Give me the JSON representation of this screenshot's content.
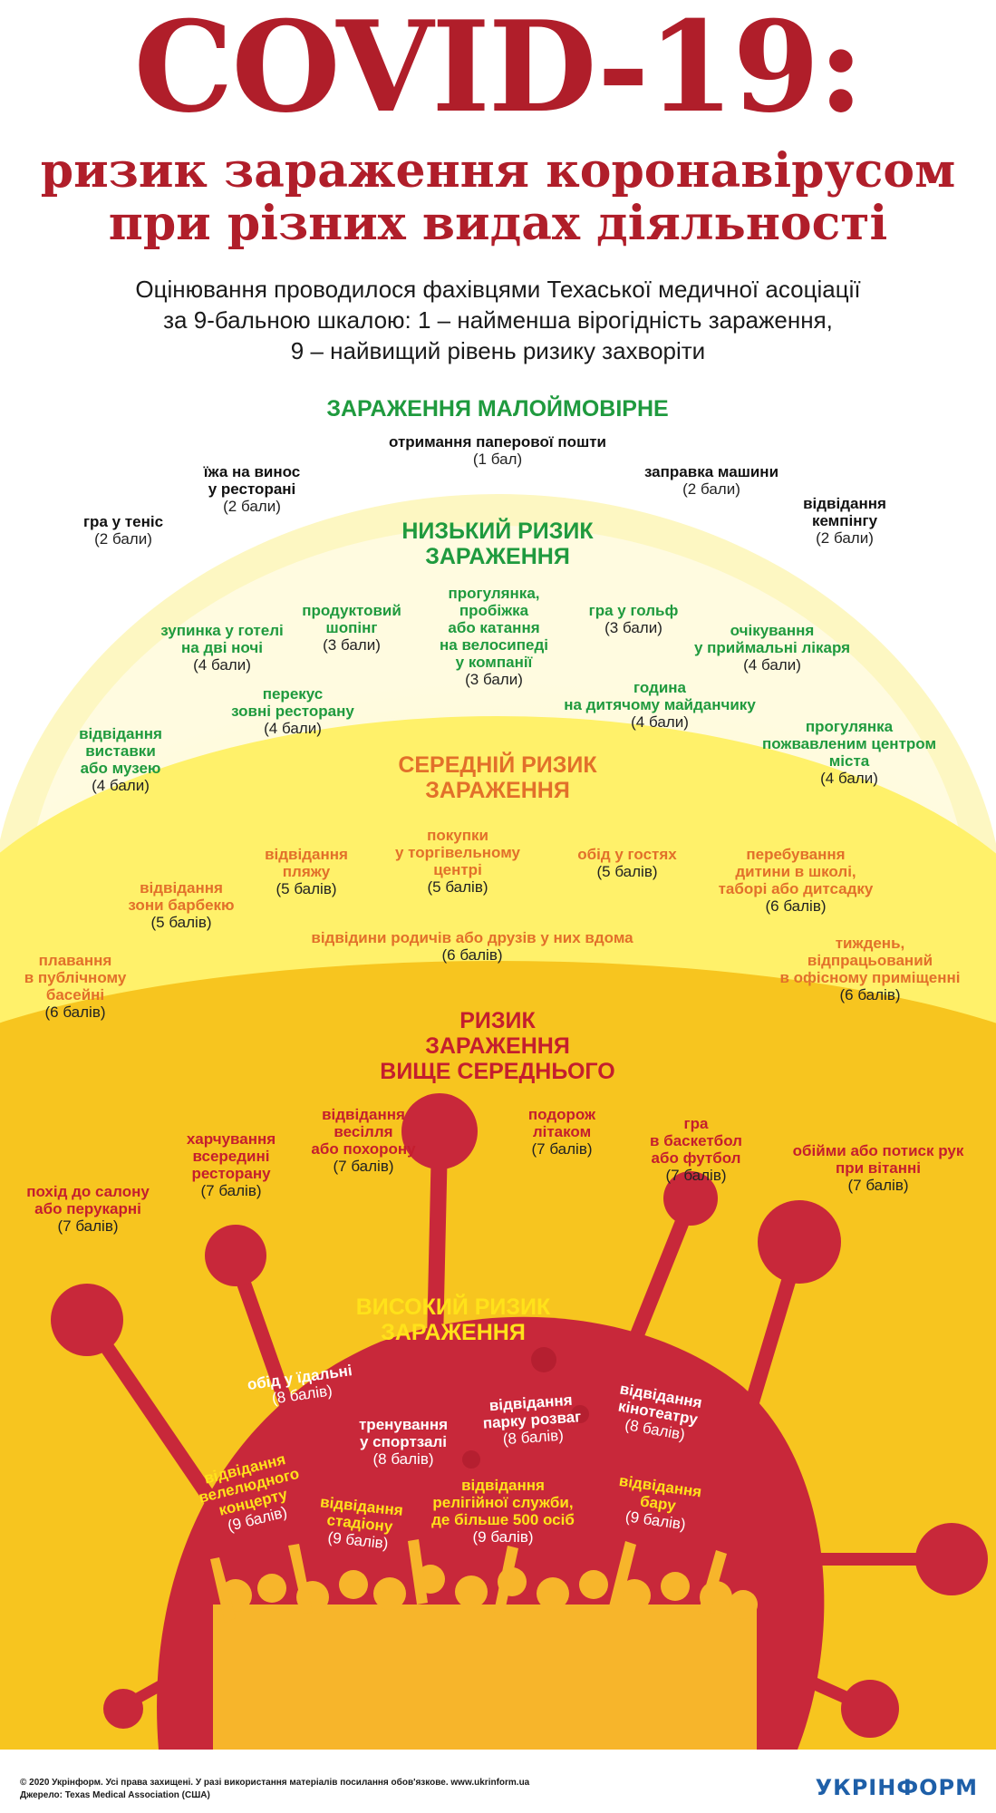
{
  "title": "COVID-19:",
  "subtitle_line1": "ризик зараження коронавірусом",
  "subtitle_line2": "при різних видах діяльності",
  "description": [
    "Оцінювання проводилося фахівцями Техаської медичної асоціації",
    "за 9-бальною шкалою: 1 – найменша вірогідність зараження,",
    "9 – найвищий рівень ризику захворіти"
  ],
  "colors": {
    "title_red": "#b01e2a",
    "green": "#1f9a3e",
    "orange": "#e2702a",
    "red": "#c41e2e",
    "virus": "#c8283a",
    "yellow_high": "#ffe21a",
    "brand_blue": "#1e5fa8"
  },
  "levels": {
    "unlikely": {
      "header": "ЗАРАЖЕННЯ МАЛОЙМОВІРНЕ",
      "items": [
        {
          "name": "отримання паперової пошти",
          "score": "(1 бал)"
        },
        {
          "name": "їжа на винос\nу ресторані",
          "score": "(2 бали)"
        },
        {
          "name": "заправка машини",
          "score": "(2 бали)"
        },
        {
          "name": "гра у теніс",
          "score": "(2 бали)"
        },
        {
          "name": "відвідання\nкемпінгу",
          "score": "(2 бали)"
        }
      ]
    },
    "low": {
      "header": "НИЗЬКИЙ РИЗИК\nЗАРАЖЕННЯ",
      "items": [
        {
          "name": "прогулянка,\nпробіжка\nабо катання\nна велосипеді\nу компанії",
          "score": "(3 бали)"
        },
        {
          "name": "продуктовий\nшопінг",
          "score": "(3 бали)"
        },
        {
          "name": "гра у гольф",
          "score": "(3 бали)"
        },
        {
          "name": "зупинка у готелі\nна дві ночі",
          "score": "(4 бали)"
        },
        {
          "name": "очікування\nу приймальні лікаря",
          "score": "(4 бали)"
        },
        {
          "name": "перекус\nзовні ресторану",
          "score": "(4 бали)"
        },
        {
          "name": "година\nна дитячому майданчику",
          "score": "(4 бали)"
        },
        {
          "name": "відвідання\nвиставки\nабо музею",
          "score": "(4 бали)"
        },
        {
          "name": "прогулянка\nпожвавленим центром\nміста",
          "score": "(4 бали)"
        }
      ]
    },
    "medium": {
      "header": "СЕРЕДНІЙ РИЗИК\nЗАРАЖЕННЯ",
      "items": [
        {
          "name": "покупки\nу торгівельному\nцентрі",
          "score": "(5 балів)"
        },
        {
          "name": "відвідання\nпляжу",
          "score": "(5 балів)"
        },
        {
          "name": "обід у гостях",
          "score": "(5 балів)"
        },
        {
          "name": "відвідання\nзони барбекю",
          "score": "(5 балів)"
        },
        {
          "name": "перебування\nдитини в школі,\nтаборі або дитсадку",
          "score": "(6 балів)"
        },
        {
          "name": "відвідини родичів або друзів у них вдома",
          "score": "(6 балів)"
        },
        {
          "name": "плавання\nв публічному\nбасейні",
          "score": "(6 балів)"
        },
        {
          "name": "тиждень,\nвідпрацьований\nв офісному приміщенні",
          "score": "(6 балів)"
        }
      ]
    },
    "above_medium": {
      "header": "РИЗИК\nЗАРАЖЕННЯ\nВИЩЕ СЕРЕДНЬОГО",
      "items": [
        {
          "name": "відвідання\nвесілля\nабо похорону",
          "score": "(7 балів)"
        },
        {
          "name": "подорож\nлітаком",
          "score": "(7 балів)"
        },
        {
          "name": "харчування\nвсередині\nресторану",
          "score": "(7 балів)"
        },
        {
          "name": "гра\nв баскетбол\nабо футбол",
          "score": "(7 балів)"
        },
        {
          "name": "обійми або потиск рук\nпри вітанні",
          "score": "(7 балів)"
        },
        {
          "name": "похід до салону\nабо перукарні",
          "score": "(7 балів)"
        }
      ]
    },
    "high": {
      "header": "ВИСОКИЙ РИЗИК\nЗАРАЖЕННЯ",
      "items": [
        {
          "name": "обід у їдальні",
          "score": "(8 балів)"
        },
        {
          "name": "відвідання\nпарку розваг",
          "score": "(8 балів)"
        },
        {
          "name": "відвідання\nкінотеатру",
          "score": "(8 балів)"
        },
        {
          "name": "тренування\nу спортзалі",
          "score": "(8 балів)"
        },
        {
          "name": "відвідання\nвелелюдного\nконцерту",
          "score": "(9 балів)"
        },
        {
          "name": "відвідання\nстадіону",
          "score": "(9 балів)"
        },
        {
          "name": "відвідання\nрелігійної служби,\nде більше 500 осіб",
          "score": "(9 балів)"
        },
        {
          "name": "відвідання\nбару",
          "score": "(9 балів)"
        }
      ]
    }
  },
  "footer": {
    "copyright": "© 2020 Укрінформ. Усі права захищені. У разі використання матеріалів посилання обов'язкове. www.ukrinform.ua",
    "source": "Джерело: Texas Medical Association (США)",
    "brand": "УКРІНФОРМ"
  }
}
